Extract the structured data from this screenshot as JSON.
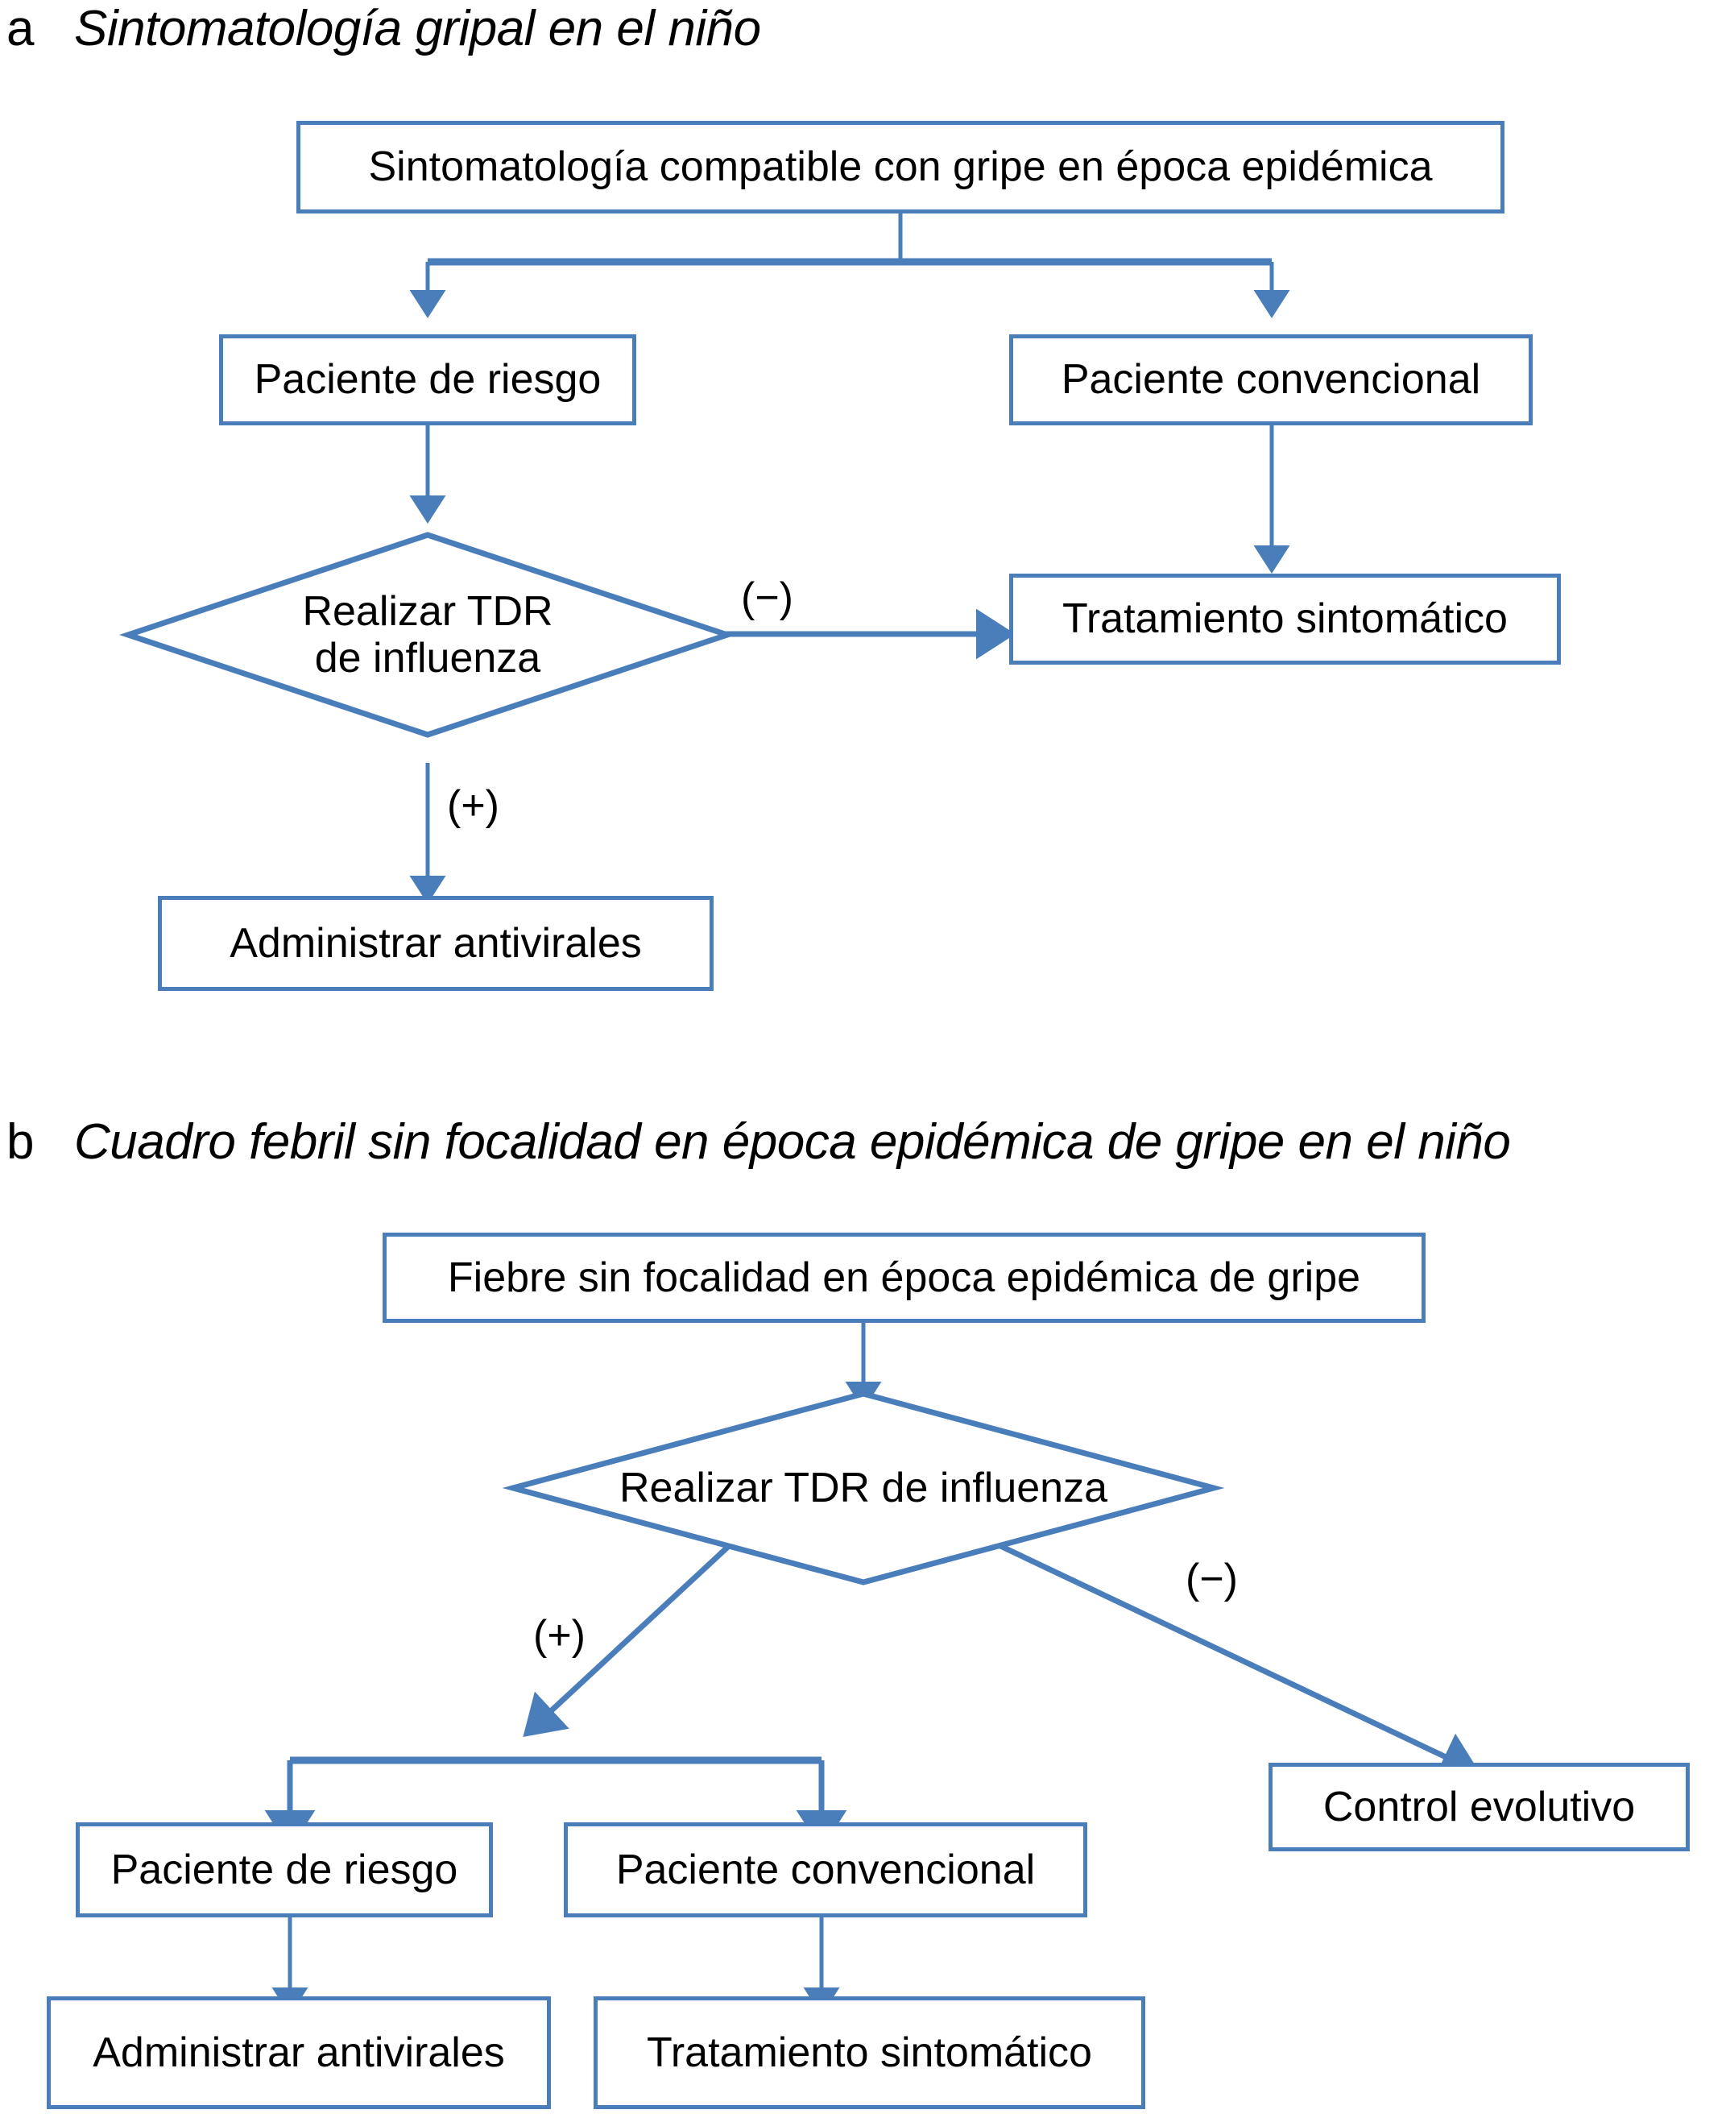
{
  "figure": {
    "accent_color": "#4a7ebb",
    "text_color": "#000000",
    "background": "#ffffff"
  },
  "panels": [
    {
      "letter": "a",
      "title": "Sintomatología gripal en el niño",
      "nodes": [
        {
          "id": "a-start",
          "shape": "box",
          "label": "Sintomatología compatible con gripe en época epidémica"
        },
        {
          "id": "a-riesgo",
          "shape": "box",
          "label": "Paciente de riesgo"
        },
        {
          "id": "a-conv",
          "shape": "box",
          "label": "Paciente convencional"
        },
        {
          "id": "a-tdr",
          "shape": "diamond",
          "label_line1": "Realizar TDR",
          "label_line2": "de influenza"
        },
        {
          "id": "a-trat",
          "shape": "box",
          "label": "Tratamiento sintomático"
        },
        {
          "id": "a-anti",
          "shape": "box",
          "label": "Administrar antivirales"
        }
      ],
      "edge_labels": [
        {
          "id": "a-neg",
          "text": "(−)"
        },
        {
          "id": "a-pos",
          "text": "(+)"
        }
      ]
    },
    {
      "letter": "b",
      "title": "Cuadro febril sin focalidad en época epidémica de gripe en el niño",
      "nodes": [
        {
          "id": "b-start",
          "shape": "box",
          "label": "Fiebre sin focalidad en época epidémica de gripe"
        },
        {
          "id": "b-tdr",
          "shape": "diamond",
          "label_line1": "Realizar TDR de influenza",
          "label_line2": ""
        },
        {
          "id": "b-riesgo",
          "shape": "box",
          "label": "Paciente de riesgo"
        },
        {
          "id": "b-conv",
          "shape": "box",
          "label": "Paciente convencional"
        },
        {
          "id": "b-control",
          "shape": "box",
          "label": "Control evolutivo"
        },
        {
          "id": "b-anti",
          "shape": "box",
          "label": "Administrar antivirales"
        },
        {
          "id": "b-trat",
          "shape": "box",
          "label": "Tratamiento sintomático"
        }
      ],
      "edge_labels": [
        {
          "id": "b-pos",
          "text": "(+)"
        },
        {
          "id": "b-neg",
          "text": "(−)"
        }
      ]
    }
  ]
}
